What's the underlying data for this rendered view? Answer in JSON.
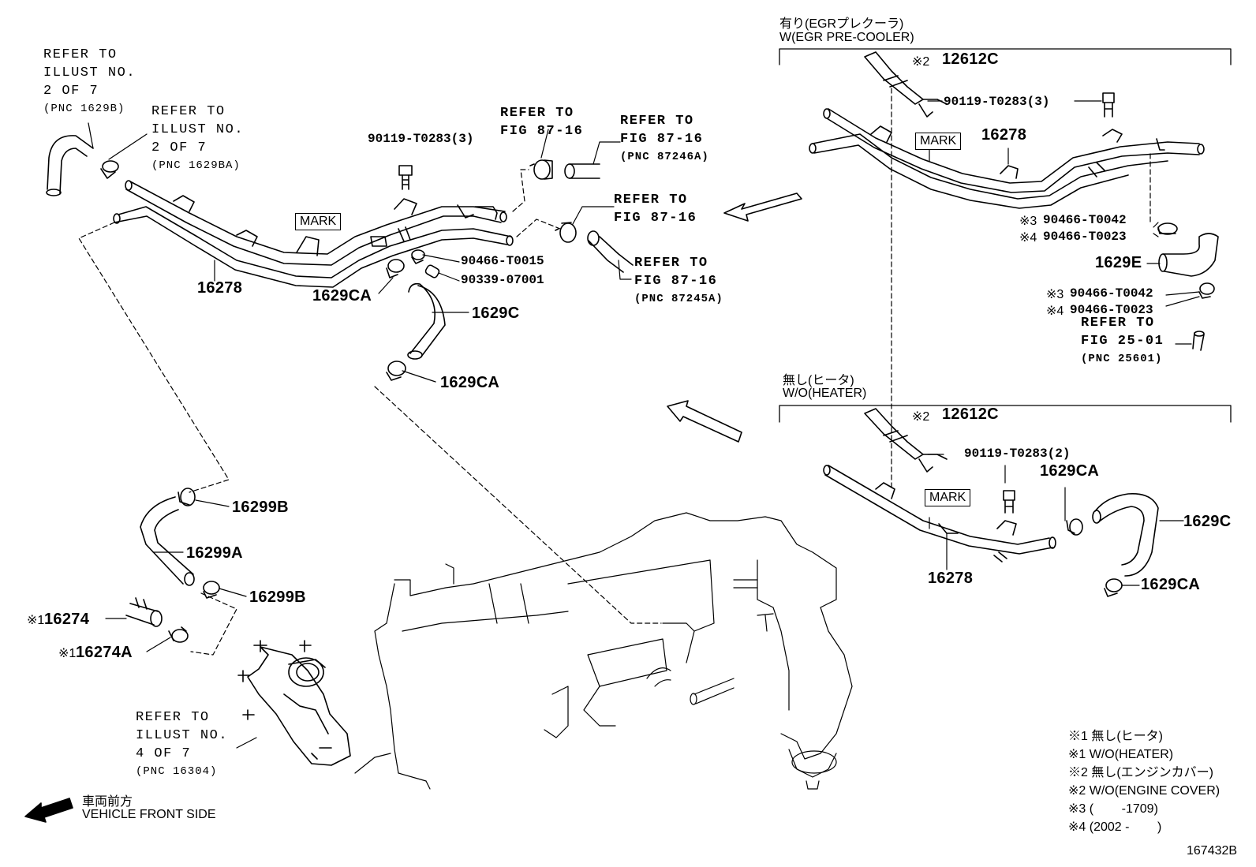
{
  "diagram_id": "167432B",
  "sections": {
    "egr": {
      "title_jp": "有り(EGRプレクーラ)",
      "title_en": "W(EGR PRE-COOLER)"
    },
    "heater": {
      "title_jp": "無し(ヒータ)",
      "title_en": "W/O(HEATER)"
    }
  },
  "refs": {
    "r1629b": [
      "REFER TO",
      "ILLUST NO.",
      "2 OF 7",
      "(PNC 1629B)"
    ],
    "r1629ba": [
      "REFER TO",
      "ILLUST NO.",
      "2 OF 7",
      "(PNC 1629BA)"
    ],
    "fig8716_a": [
      "REFER TO",
      "FIG 87-16"
    ],
    "fig8716_b": [
      "REFER TO",
      "FIG 87-16",
      "(PNC 87246A)"
    ],
    "fig8716_c": [
      "REFER TO",
      "FIG 87-16"
    ],
    "fig8716_d": [
      "REFER TO",
      "FIG 87-16",
      "(PNC 87245A)"
    ],
    "fig2501": [
      "REFER TO",
      "FIG 25-01",
      "(PNC 25601)"
    ],
    "r16304": [
      "REFER TO",
      "ILLUST NO.",
      "4 OF 7",
      "(PNC 16304)"
    ]
  },
  "parts": {
    "main_pipe": "16278",
    "main_bolt": "90119-T0283(3)",
    "mark_main": "MARK",
    "clip_t0015": "90466-T0015",
    "plug_07001": "90339-07001",
    "clamp_ca_upper": "1629CA",
    "hose_1629c": "1629C",
    "clamp_ca_lower": "1629CA",
    "clamp_16299b_top": "16299B",
    "hose_16299a": "16299A",
    "clamp_16299b_bot": "16299B",
    "note_16274": "※1",
    "pipe_16274": "16274",
    "note_16274a": "※1",
    "pipe_16274a": "16274A",
    "egr_cover_note": "※2",
    "egr_cover": "12612C",
    "egr_bolt": "90119-T0283(3)",
    "egr_mark": "MARK",
    "egr_pipe": "16278",
    "egr_clip1_note": "※3",
    "egr_clip1": "90466-T0042",
    "egr_clip2_note": "※4",
    "egr_clip2": "90466-T0023",
    "egr_hose": "1629E",
    "egr_clip3_note": "※3",
    "egr_clip3": "90466-T0042",
    "egr_clip4_note": "※4",
    "egr_clip4": "90466-T0023",
    "heater_cover_note": "※2",
    "heater_cover": "12612C",
    "heater_bolt": "90119-T0283(2)",
    "heater_clamp_top": "1629CA",
    "heater_mark": "MARK",
    "heater_hose": "1629C",
    "heater_pipe": "16278",
    "heater_clamp_bot": "1629CA"
  },
  "direction": {
    "jp": "車両前方",
    "en": "VEHICLE FRONT SIDE"
  },
  "legend": [
    "※1 無し(ヒータ)",
    "※1 W/O(HEATER)",
    "※2 無し(エンジンカバー)",
    "※2 W/O(ENGINE COVER)",
    "※3 (        -1709)",
    "※4 (2002 -        )"
  ]
}
